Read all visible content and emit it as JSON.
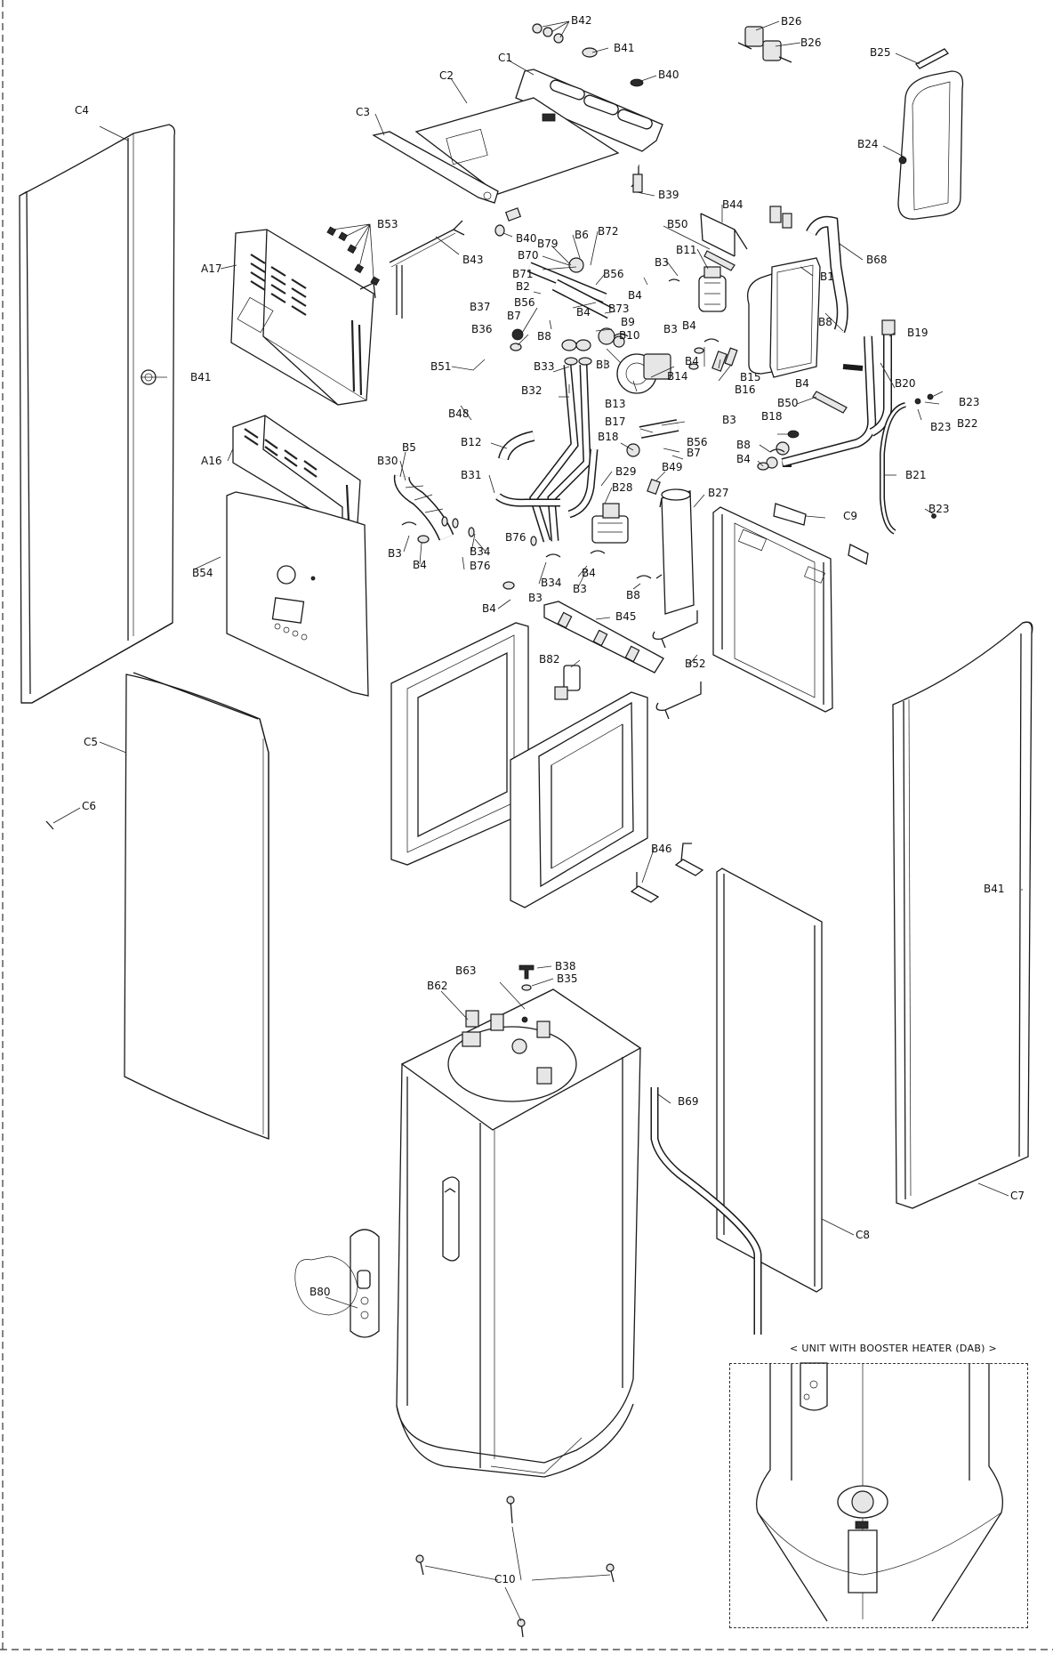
{
  "figure": {
    "inset_caption": "< UNIT WITH BOOSTER HEATER (DAB) >"
  },
  "labels": {
    "B42": "B42",
    "B26a": "B26",
    "B26b": "B26",
    "B41a": "B41",
    "B40a": "B40",
    "B25": "B25",
    "C1": "C1",
    "C2": "C2",
    "C3": "C3",
    "C4": "C4",
    "B24": "B24",
    "B39": "B39",
    "B53": "B53",
    "B44": "B44",
    "B40b": "B40",
    "B6": "B6",
    "B72": "B72",
    "B79": "B79",
    "B50a": "B50",
    "A17": "A17",
    "B43": "B43",
    "B70": "B70",
    "B71": "B71",
    "B3a": "B3",
    "B11": "B11",
    "B1": "B1",
    "B68": "B68",
    "B56a": "B56",
    "B2": "B2",
    "B4a": "B4",
    "B37": "B37",
    "B56b": "B56",
    "B73": "B73",
    "B7a": "B7",
    "B9": "B9",
    "B4b": "B4",
    "B8a": "B8",
    "B19": "B19",
    "B36": "B36",
    "B8b": "B8",
    "B10": "B10",
    "B3b": "B3",
    "B41b": "B41",
    "B51": "B51",
    "B33": "B33",
    "B3c": "B3",
    "B4c": "B4",
    "B15": "B15",
    "B4d": "B4",
    "B20": "B20",
    "B14": "B14",
    "B16": "B16",
    "B32": "B32",
    "B13": "B13",
    "B50b": "B50",
    "B23a": "B23",
    "B48": "B48",
    "B3d": "B3",
    "B23b": "B23",
    "B22": "B22",
    "B18a": "B18",
    "B17": "B17",
    "B12": "B12",
    "B18b": "B18",
    "B56c": "B56",
    "B5": "B5",
    "B7b": "B7",
    "B8c": "B8",
    "A16": "A16",
    "B30": "B30",
    "B4e": "B4",
    "B29": "B29",
    "B49": "B49",
    "B21": "B21",
    "B31": "B31",
    "B28": "B28",
    "B27": "B27",
    "C9": "C9",
    "B23c": "B23",
    "B34a": "B34",
    "B3e": "B3",
    "B76a": "B76",
    "B76b": "B76",
    "B4f": "B4",
    "B54": "B54",
    "B34b": "B34",
    "B4g": "B4",
    "B3f": "B3",
    "B3g": "B3",
    "B8d": "B8",
    "B4h": "B4",
    "B45": "B45",
    "B82": "B82",
    "B52": "B52",
    "C5": "C5",
    "C6": "C6",
    "B46": "B46",
    "B41c": "B41",
    "B38": "B38",
    "B63": "B63",
    "B35": "B35",
    "B62": "B62",
    "B69": "B69",
    "C7": "C7",
    "C8": "C8",
    "B80": "B80",
    "C10": "C10"
  }
}
